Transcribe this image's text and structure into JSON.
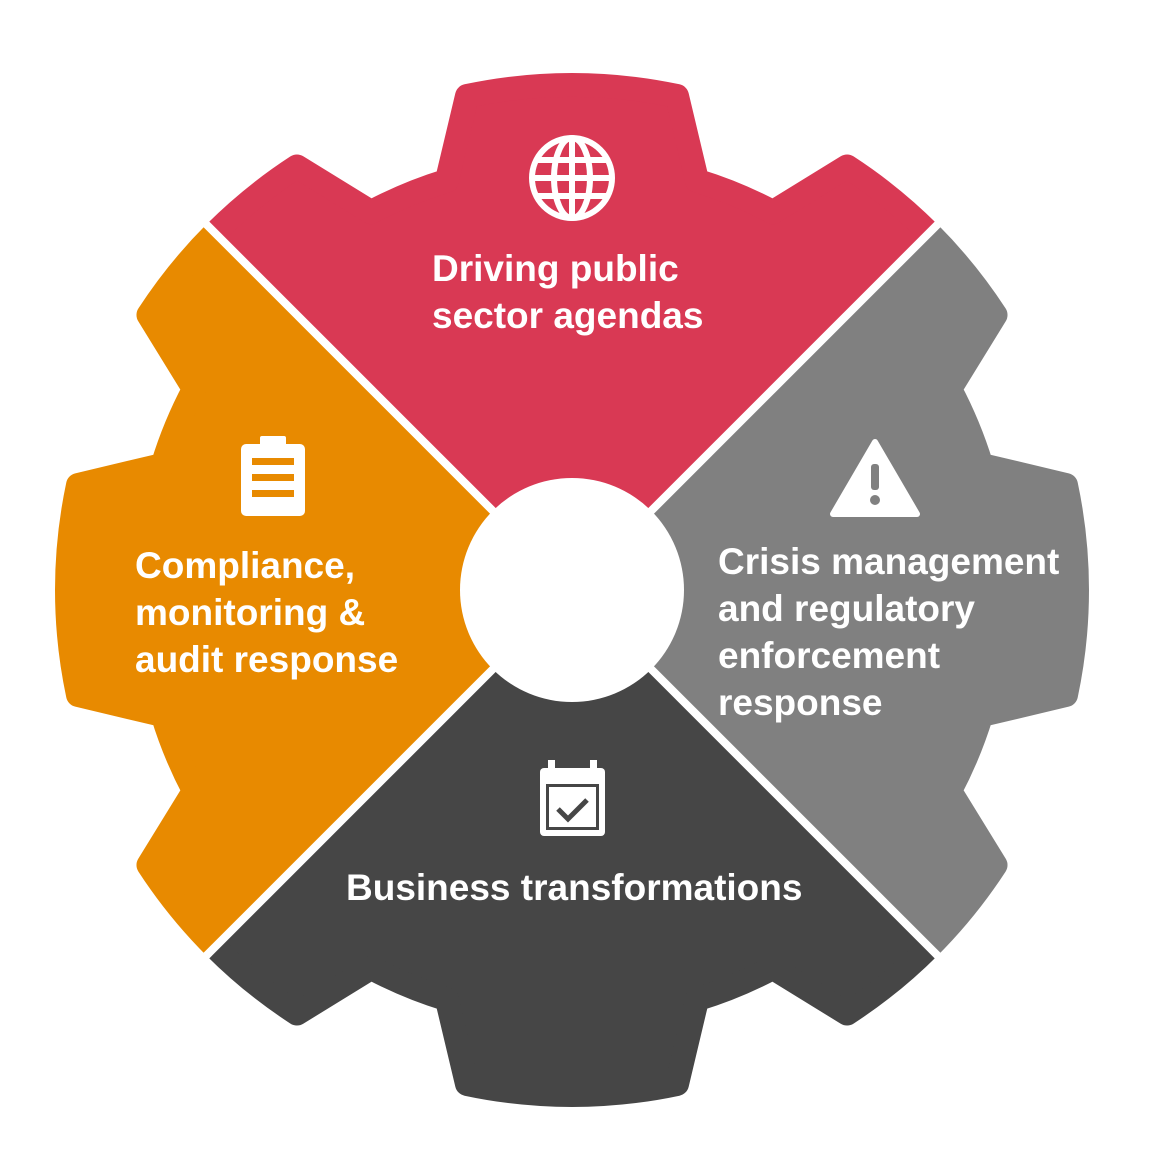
{
  "colors": {
    "red": "#d93954",
    "orange": "#e88a00",
    "gray": "#808080",
    "dark": "#464646"
  },
  "segments": {
    "top": {
      "icon": "globe-icon",
      "lines": [
        "Driving public",
        "sector agendas"
      ]
    },
    "left": {
      "icon": "clipboard-icon",
      "lines": [
        "Compliance,",
        "monitoring &",
        "audit response"
      ]
    },
    "right": {
      "icon": "warning-icon",
      "lines": [
        "Crisis management",
        "and regulatory",
        "enforcement",
        "response"
      ]
    },
    "bottom": {
      "icon": "calendar-check-icon",
      "lines": [
        "Business transformations"
      ]
    }
  }
}
